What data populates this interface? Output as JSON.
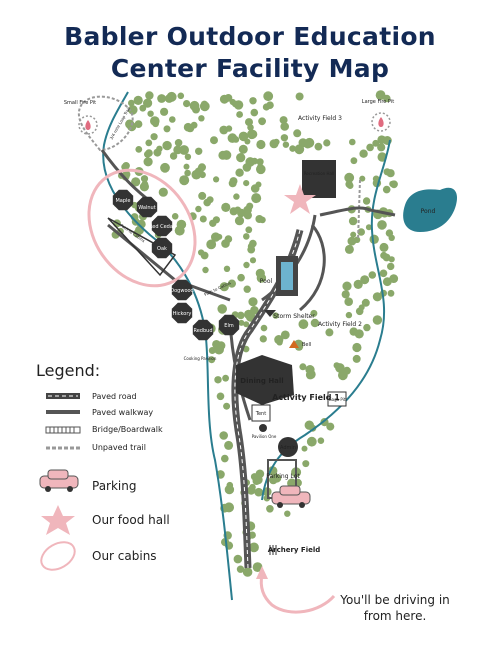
{
  "title": {
    "line1": "Babler Outdoor Education",
    "line2": "Center Facility Map"
  },
  "cabins_group1": [
    "Maple",
    "Walnut",
    "Red Cedar",
    "Oak"
  ],
  "cabins_group2": [
    "Dogwood",
    "Hickory",
    "Redbud",
    "Elm"
  ],
  "places": {
    "small_fire_pit": "Small Fire Pit",
    "large_fire_pit": "Large Fire Pit",
    "trail": "3/4 mile Loop Trail",
    "activity_field_3": "Activity Field 3",
    "recreation_hall": "Recreation Hall",
    "pond": "Pond",
    "pool": "Pool",
    "storm_shelter": "Storm Shelter",
    "activity_field_2": "Activity Field 2",
    "bell": "Bell",
    "cooking_pavilion": "Cooking Pavilion",
    "dining_hall": "Dining Hall",
    "activity_field_1": "Activity Field 1",
    "gaga_pit": "Gaga Pit",
    "tent": "Tent",
    "pavilion_one": "Pavilion One",
    "admin": "Admin",
    "parking_lot": "Parking Lot",
    "archery_field": "Archery Field",
    "path_label_1": "Path to Cabins",
    "path_label_2": "Path to Cabins"
  },
  "legend": {
    "heading": "Legend:",
    "paved_road": "Paved road",
    "paved_walkway": "Paved walkway",
    "bridge": "Bridge/Boardwalk",
    "unpaved": "Unpaved trail",
    "parking": "Parking",
    "food_hall": "Our food hall",
    "cabins": "Our cabins"
  },
  "driving_note": "You'll be driving in from here.",
  "colors": {
    "title": "#132a55",
    "tree": "#8aa86a",
    "road": "#555555",
    "water": "#2a7d8f",
    "pink": "#f0b6bc",
    "river": "#2a7d8f"
  },
  "icons": [
    "star-icon",
    "car-icon",
    "fire-pit-icon",
    "bell-icon",
    "storm-shelter-icon"
  ]
}
